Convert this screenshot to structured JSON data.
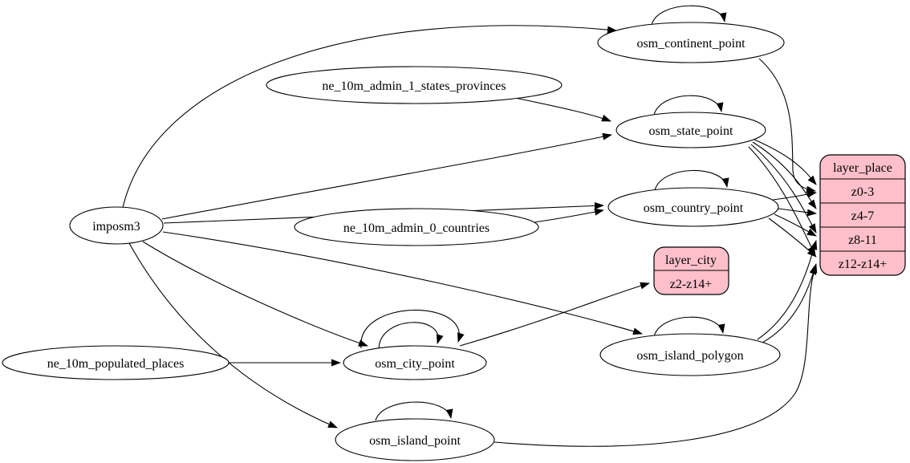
{
  "diagram": {
    "kind": "etl-dependency-graph",
    "background": "#ffffff",
    "node_fill": "#ffffff",
    "record_fill": "#ffc0cb",
    "stroke_color": "#000000",
    "text_color": "#000000"
  },
  "nodes": {
    "imposm3": {
      "label": "imposm3",
      "shape": "ellipse"
    },
    "ne_10m_admin_1_states_provinces": {
      "label": "ne_10m_admin_1_states_provinces",
      "shape": "ellipse"
    },
    "ne_10m_admin_0_countries": {
      "label": "ne_10m_admin_0_countries",
      "shape": "ellipse"
    },
    "ne_10m_populated_places": {
      "label": "ne_10m_populated_places",
      "shape": "ellipse"
    },
    "osm_continent_point": {
      "label": "osm_continent_point",
      "shape": "ellipse"
    },
    "osm_state_point": {
      "label": "osm_state_point",
      "shape": "ellipse"
    },
    "osm_country_point": {
      "label": "osm_country_point",
      "shape": "ellipse"
    },
    "osm_city_point": {
      "label": "osm_city_point",
      "shape": "ellipse"
    },
    "osm_island_polygon": {
      "label": "osm_island_polygon",
      "shape": "ellipse"
    },
    "osm_island_point": {
      "label": "osm_island_point",
      "shape": "ellipse"
    }
  },
  "records": {
    "layer_place": {
      "title": "layer_place",
      "rows": [
        "z0-3",
        "z4-7",
        "z8-11",
        "z12-z14+"
      ]
    },
    "layer_city": {
      "title": "layer_city",
      "rows": [
        "z2-z14+"
      ]
    }
  },
  "edges": [
    {
      "from": "imposm3",
      "to": "osm_continent_point"
    },
    {
      "from": "imposm3",
      "to": "osm_state_point"
    },
    {
      "from": "imposm3",
      "to": "osm_country_point"
    },
    {
      "from": "imposm3",
      "to": "osm_city_point"
    },
    {
      "from": "imposm3",
      "to": "osm_island_point"
    },
    {
      "from": "imposm3",
      "to": "osm_island_polygon"
    },
    {
      "from": "ne_10m_admin_1_states_provinces",
      "to": "osm_state_point"
    },
    {
      "from": "ne_10m_admin_0_countries",
      "to": "osm_country_point"
    },
    {
      "from": "ne_10m_populated_places",
      "to": "osm_city_point"
    },
    {
      "from": "osm_continent_point",
      "to": "osm_continent_point"
    },
    {
      "from": "osm_state_point",
      "to": "osm_state_point"
    },
    {
      "from": "osm_country_point",
      "to": "osm_country_point"
    },
    {
      "from": "osm_city_point",
      "to": "osm_city_point"
    },
    {
      "from": "osm_city_point",
      "to": "osm_city_point"
    },
    {
      "from": "osm_island_polygon",
      "to": "osm_island_polygon"
    },
    {
      "from": "osm_island_point",
      "to": "osm_island_point"
    },
    {
      "from": "osm_continent_point",
      "to": "layer_place:z0-3"
    },
    {
      "from": "osm_state_point",
      "to": "layer_place:z0-3"
    },
    {
      "from": "osm_state_point",
      "to": "layer_place:z4-7"
    },
    {
      "from": "osm_state_point",
      "to": "layer_place:z8-11"
    },
    {
      "from": "osm_state_point",
      "to": "layer_place:z12-z14+"
    },
    {
      "from": "osm_country_point",
      "to": "layer_place:z0-3"
    },
    {
      "from": "osm_country_point",
      "to": "layer_place:z4-7"
    },
    {
      "from": "osm_country_point",
      "to": "layer_place:z8-11"
    },
    {
      "from": "osm_country_point",
      "to": "layer_place:z12-z14+"
    },
    {
      "from": "osm_city_point",
      "to": "layer_city:z2-z14+"
    },
    {
      "from": "osm_island_polygon",
      "to": "layer_place:z8-11"
    },
    {
      "from": "osm_island_polygon",
      "to": "layer_place:z12-z14+"
    },
    {
      "from": "osm_island_point",
      "to": "layer_place:z12-z14+"
    }
  ]
}
